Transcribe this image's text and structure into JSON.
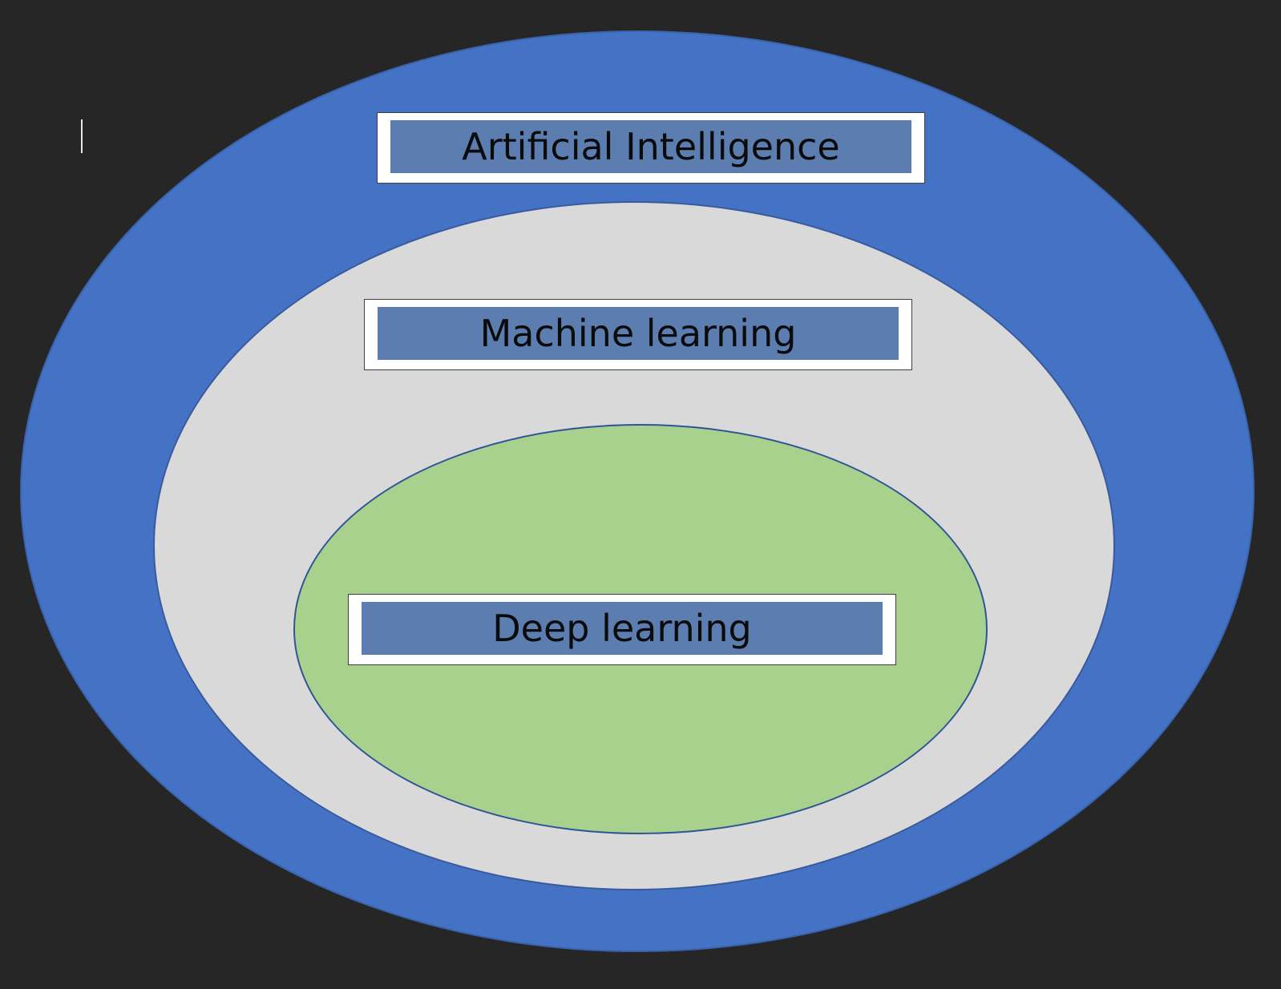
{
  "diagram": {
    "layers": [
      {
        "id": "ai",
        "label": "Artificial Intelligence",
        "fill": "#4472c4"
      },
      {
        "id": "ml",
        "label": "Machine learning",
        "fill": "#d9d9d9"
      },
      {
        "id": "dl",
        "label": "Deep learning",
        "fill": "#a9d18e"
      }
    ],
    "label_fill": "#5b7db0",
    "background": "#262626"
  }
}
